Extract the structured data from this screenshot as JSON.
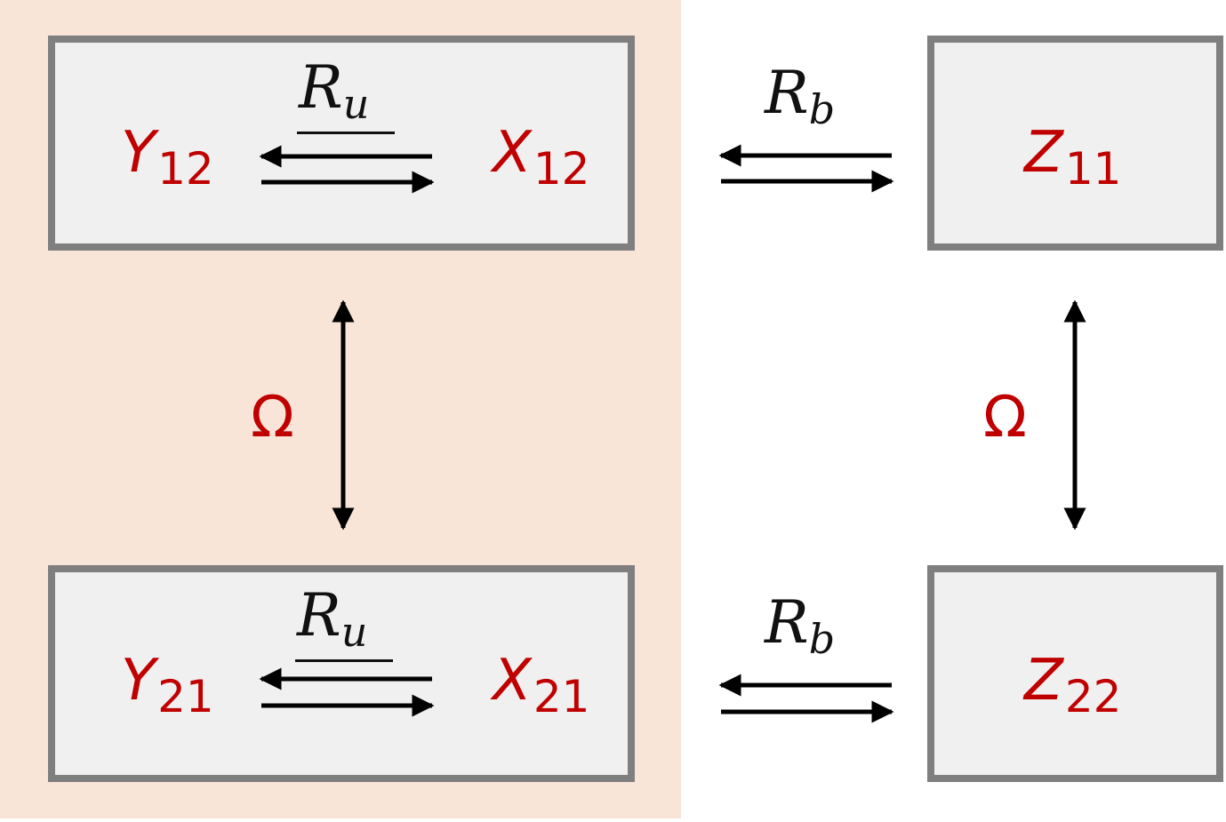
{
  "colors": {
    "state_label": "#c00000",
    "shaded_region": "#f9e4d8",
    "box_fill": "#f0f0f0",
    "box_border": "#7f7f7f"
  },
  "states": {
    "y12": {
      "symbol": "Y",
      "sub": "12"
    },
    "x12": {
      "symbol": "X",
      "sub": "12"
    },
    "z11": {
      "symbol": "Z",
      "sub": "11"
    },
    "y21": {
      "symbol": "Y",
      "sub": "21"
    },
    "x21": {
      "symbol": "X",
      "sub": "21"
    },
    "z22": {
      "symbol": "Z",
      "sub": "22"
    }
  },
  "rates": {
    "ru_top": {
      "symbol": "R",
      "sub": "u"
    },
    "ru_bottom": {
      "symbol": "R",
      "sub": "u"
    },
    "rb_top": {
      "symbol": "R",
      "sub": "b"
    },
    "rb_bottom": {
      "symbol": "R",
      "sub": "b"
    }
  },
  "couplings": {
    "left": "Ω",
    "right": "Ω"
  }
}
